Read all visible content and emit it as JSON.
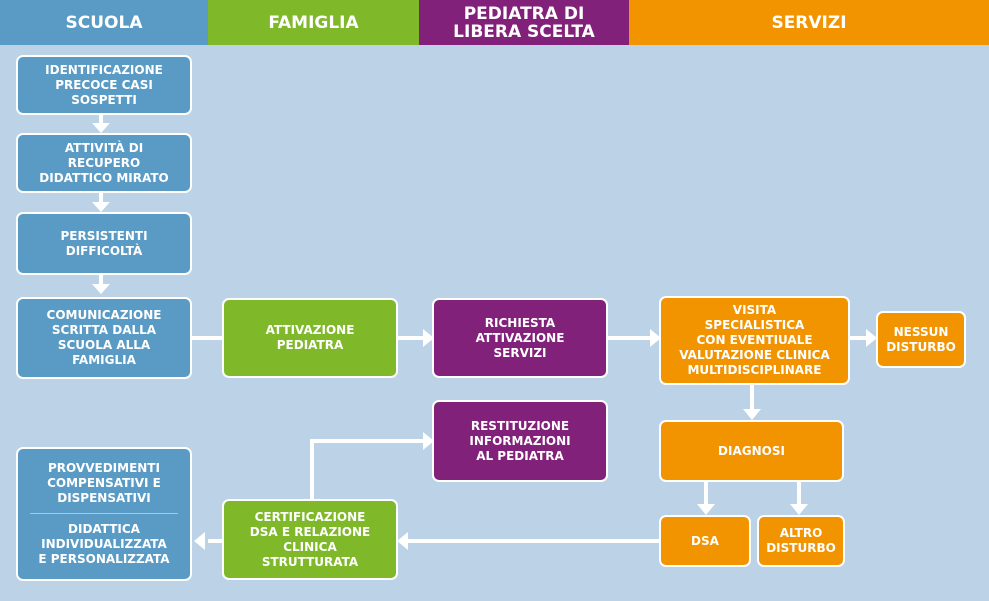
{
  "colors": {
    "background": "#bcd2e6",
    "scuola": "#5a9bc6",
    "famiglia": "#7fb92a",
    "pediatra": "#82217a",
    "servizi": "#f29400",
    "connector": "#ffffff"
  },
  "headers": {
    "scuola": "SCUOLA",
    "famiglia": "FAMIGLIA",
    "pediatra": "PEDIATRA DI\nLIBERA SCELTA",
    "servizi": "SERVIZI"
  },
  "nodes": {
    "identificazione": "IDENTIFICAZIONE\nPRECOCE CASI\nSOSPETTI",
    "recupero": "ATTIVITÀ DI\nRECUPERO\nDIDATTICO MIRATO",
    "persistenti": "PERSISTENTI\nDIFFICOLTÀ",
    "comunicazione": "COMUNICAZIONE\nSCRITTA DALLA\nSCUOLA  ALLA\nFAMIGLIA",
    "attivazione_pediatra": "ATTIVAZIONE\nPEDIATRA",
    "richiesta_servizi": "RICHIESTA\nATTIVAZIONE\nSERVIZI",
    "visita": "VISITA\nSPECIALISTICA\nCON EVENTIUALE\nVALUTAZIONE CLINICA\nMULTIDISCIPLINARE",
    "nessun_disturbo": "NESSUN\nDISTURBO",
    "diagnosi": "DIAGNOSI",
    "dsa": "DSA",
    "altro_disturbo": "ALTRO\nDISTURBO",
    "restituzione": "RESTITUZIONE\nINFORMAZIONI\nAL PEDIATRA",
    "certificazione": "CERTIFICAZIONE\nDSA E RELAZIONE\nCLINICA\nSTRUTTURATA",
    "provvedimenti": "PROVVEDIMENTI\nCOMPENSATIVI E\nDISPENSATIVI",
    "didattica": "DIDATTICA\nINDIVIDUALIZZATA\nE PERSONALIZZATA"
  }
}
